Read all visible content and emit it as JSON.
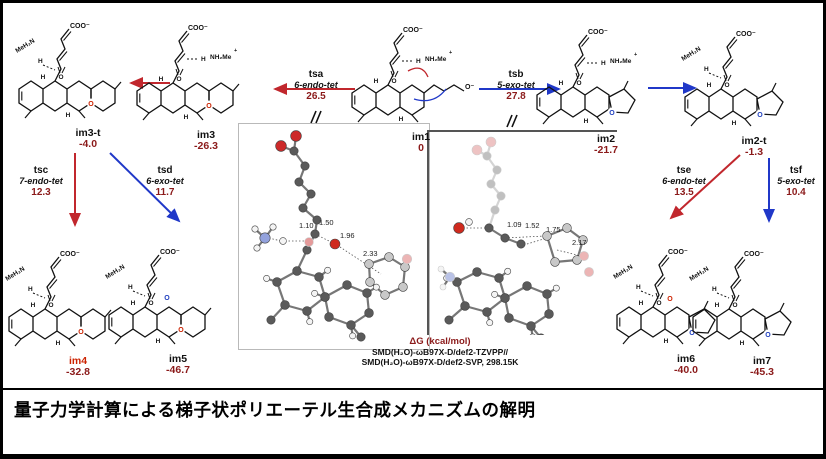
{
  "banner": {
    "title": "量子力学計算による梯子状ポリエーテル生合成メカニズムの解明"
  },
  "caption": {
    "dg": "ΔG (kcal/mol)",
    "method1": "SMD(H₂O)-ωB97X-D/def2-TZVPP//",
    "method2": "SMD(H₂O)-ωB97X-D/def2-SVP, 298.15K"
  },
  "molecule_labels": {
    "carboxylate": "COO⁻",
    "amine": "NH₂Me",
    "amine_rev": "MeH₂N",
    "hydrogen": "H",
    "oxygen": "O",
    "alkoxide": "O⁻"
  },
  "species": [
    {
      "id": "im3-t",
      "label": "im3-t",
      "energy": "-4.0"
    },
    {
      "id": "im3",
      "label": "im3",
      "energy": "-26.3"
    },
    {
      "id": "im1",
      "label": "im1",
      "energy": "0"
    },
    {
      "id": "im2",
      "label": "im2",
      "energy": "-21.7"
    },
    {
      "id": "im2-t",
      "label": "im2-t",
      "energy": "-1.3"
    },
    {
      "id": "im4",
      "label": "im4",
      "energy": "-32.8"
    },
    {
      "id": "im5",
      "label": "im5",
      "energy": "-46.7"
    },
    {
      "id": "im6",
      "label": "im6",
      "energy": "-40.0"
    },
    {
      "id": "im7",
      "label": "im7",
      "energy": "-45.3"
    }
  ],
  "transitions": [
    {
      "id": "tsa",
      "label": "tsa",
      "mode": "6-endo-tet",
      "barrier": "26.5",
      "color": "red"
    },
    {
      "id": "tsb",
      "label": "tsb",
      "mode": "5-exo-tet",
      "barrier": "27.8",
      "color": "blue"
    },
    {
      "id": "tsc",
      "label": "tsc",
      "mode": "7-endo-tet",
      "barrier": "12.3",
      "color": "red"
    },
    {
      "id": "tsd",
      "label": "tsd",
      "mode": "6-exo-tet",
      "barrier": "11.7",
      "color": "blue"
    },
    {
      "id": "tse",
      "label": "tse",
      "mode": "6-endo-tet",
      "barrier": "13.5",
      "color": "red"
    },
    {
      "id": "tsf",
      "label": "tsf",
      "mode": "5-exo-tet",
      "barrier": "10.4",
      "color": "blue"
    }
  ],
  "models": [
    {
      "id": "tsa-3d",
      "name": "tsa-3d-structure",
      "distances": [
        "1.10",
        "1.50",
        "1.96",
        "2.33"
      ]
    },
    {
      "id": "tsb-3d",
      "name": "tsb-3d-structure",
      "distances": [
        "1.09",
        "1.52",
        "1.75",
        "2.17"
      ]
    }
  ],
  "colors": {
    "red_path": "#c1272d",
    "blue_path": "#2038c8",
    "number": "#8b1a1a",
    "red_atom": "#cc2200",
    "blue_atom": "#1f3fbf"
  }
}
